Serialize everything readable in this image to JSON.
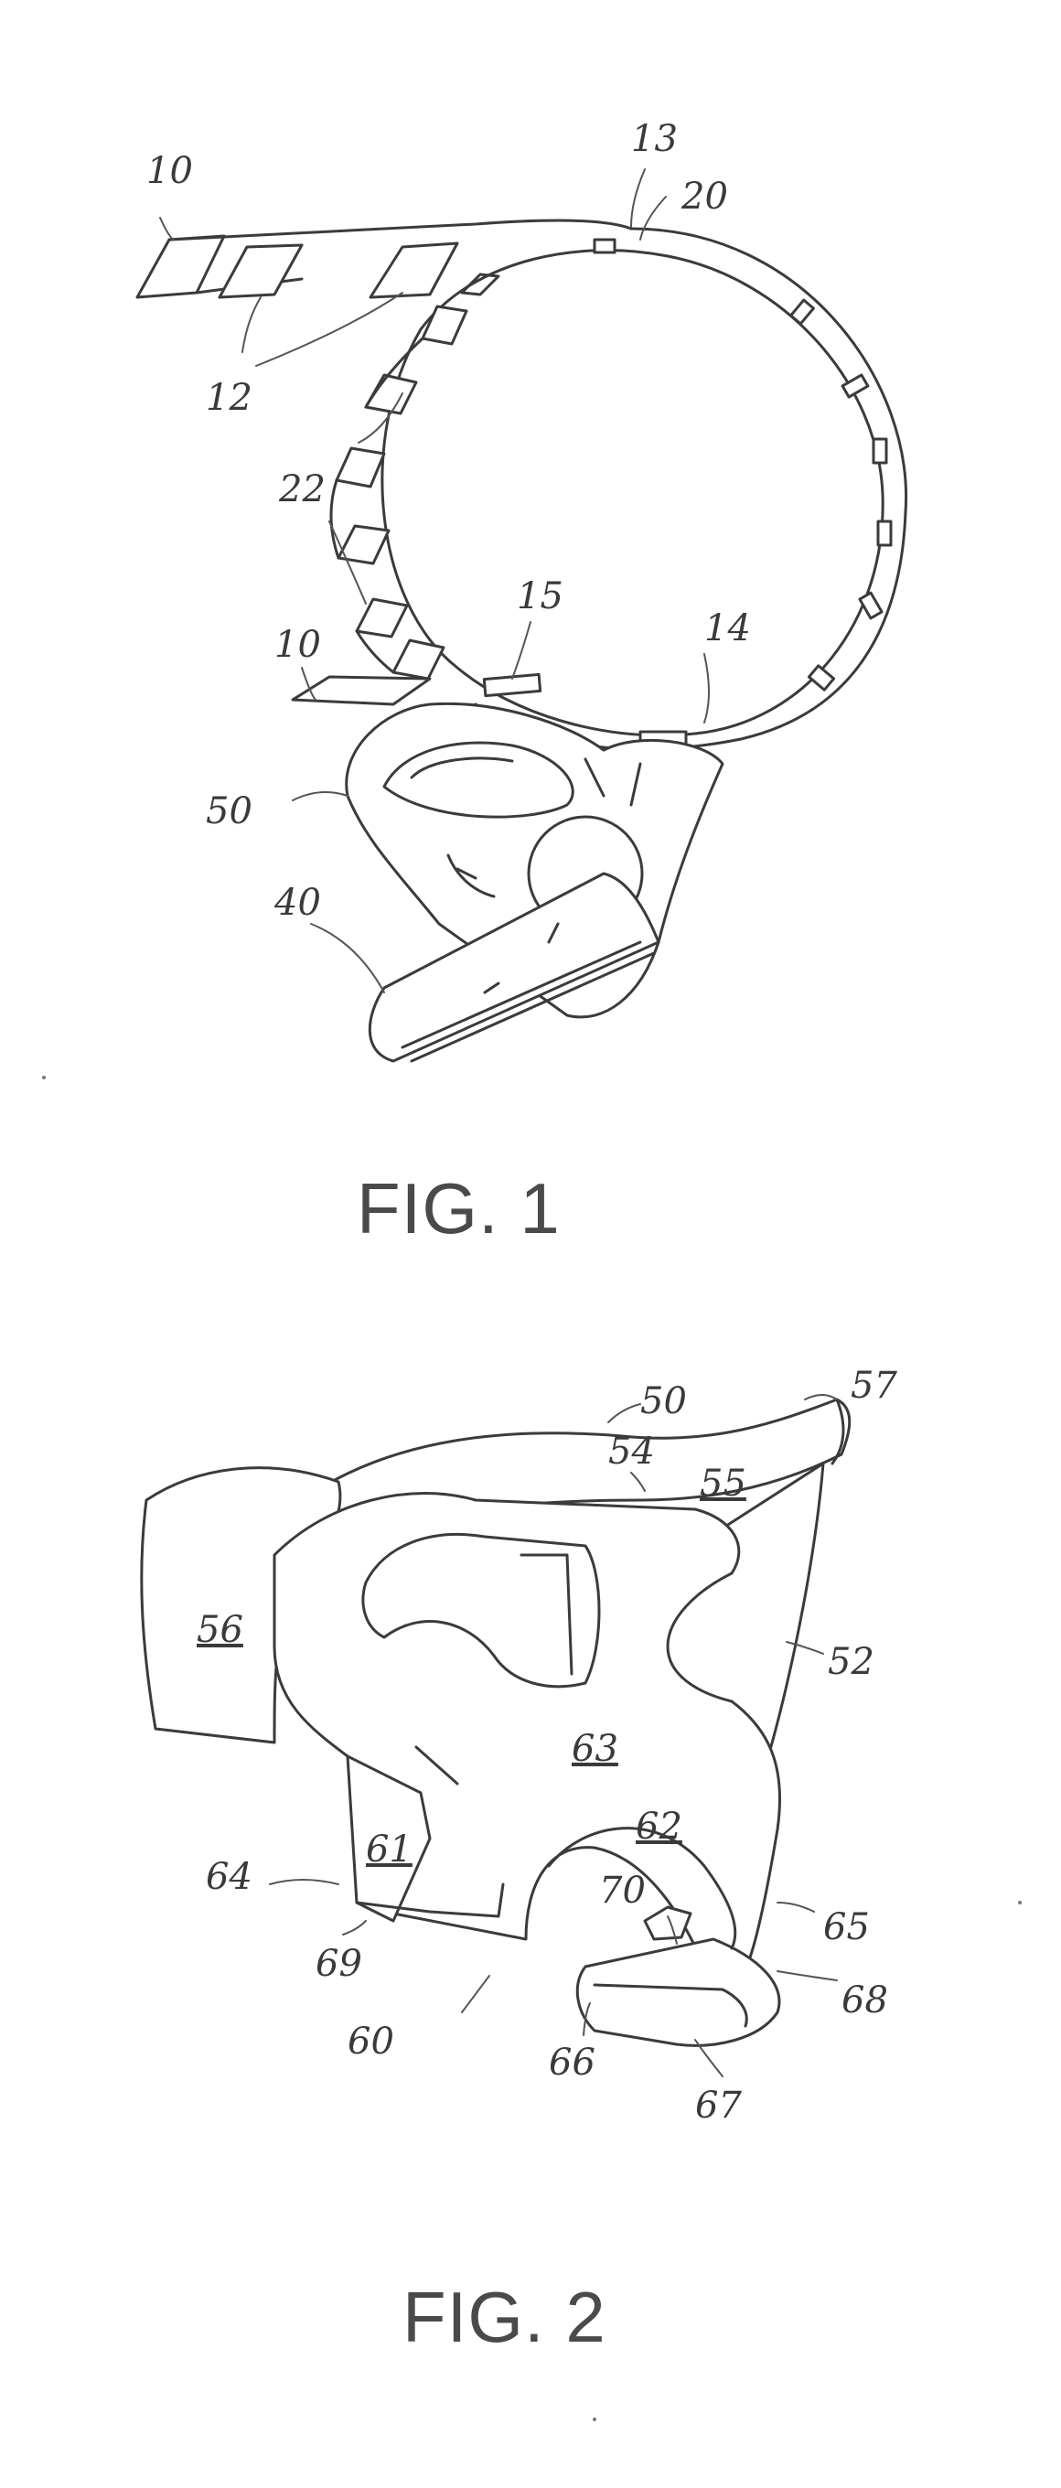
{
  "figures": [
    {
      "caption": "FIG. 1",
      "labels": [
        "10",
        "13",
        "20",
        "12",
        "22",
        "15",
        "14",
        "10",
        "50",
        "40"
      ]
    },
    {
      "caption": "FIG. 2",
      "labels": [
        "50",
        "57",
        "54",
        "55",
        "56",
        "52",
        "63",
        "61",
        "62",
        "64",
        "70",
        "65",
        "69",
        "60",
        "66",
        "68",
        "67"
      ]
    }
  ]
}
